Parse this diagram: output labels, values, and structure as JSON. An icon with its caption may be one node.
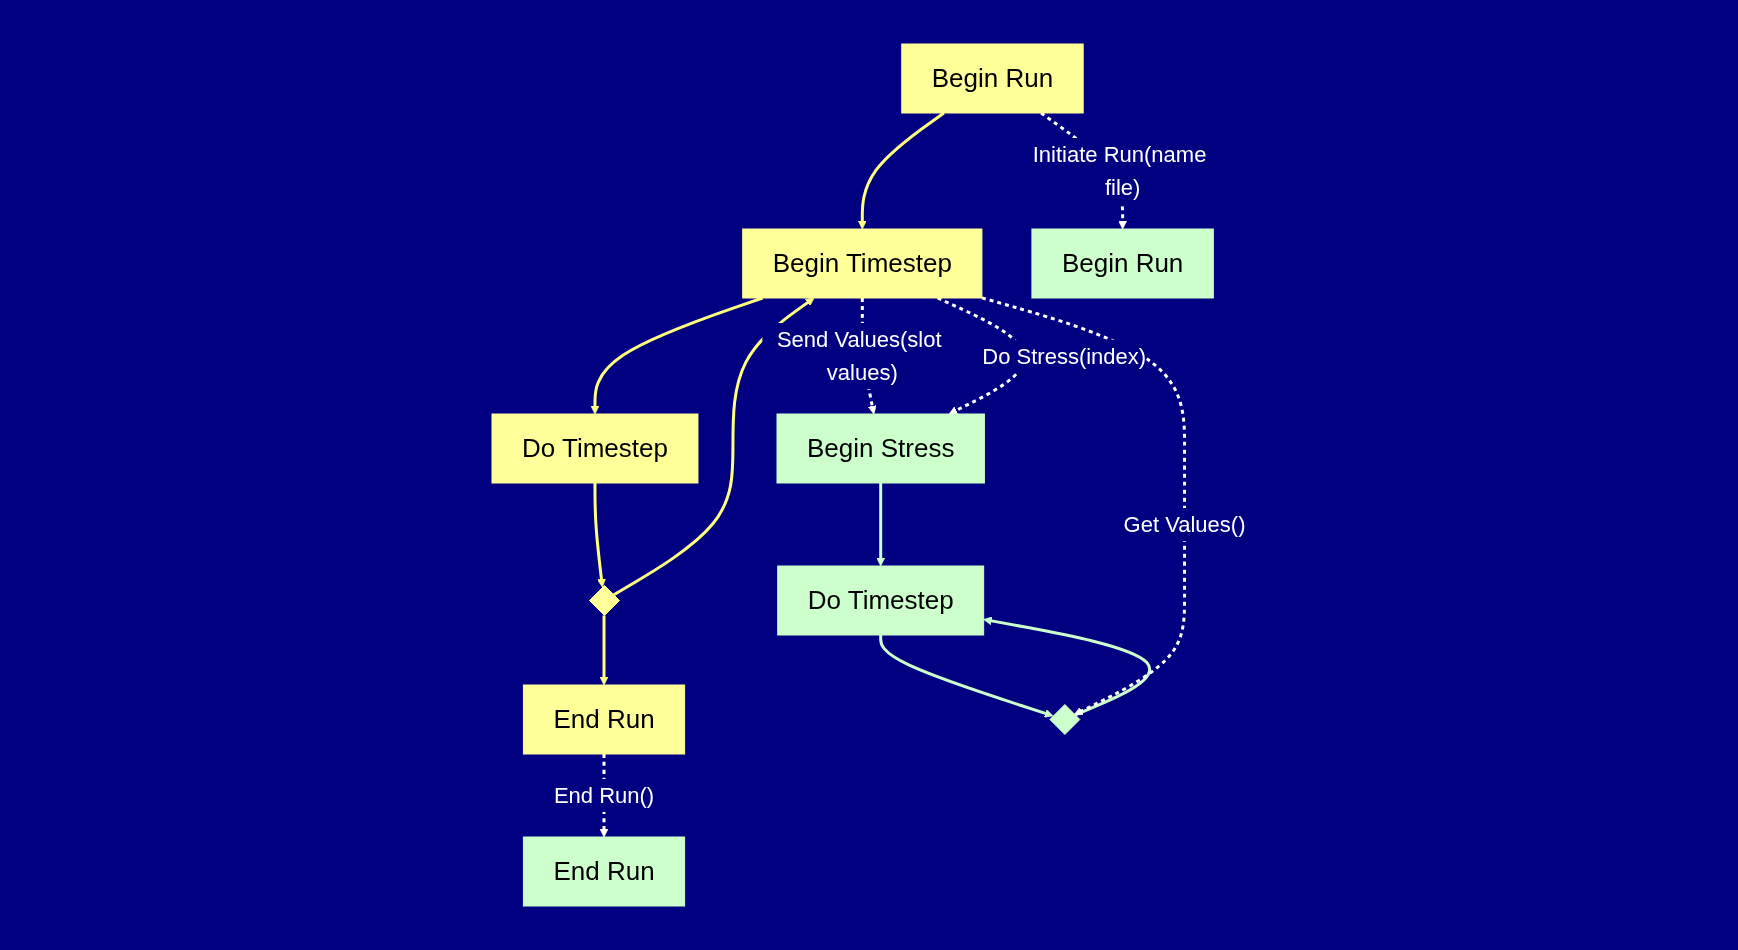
{
  "diagram": {
    "nodes": [
      {
        "text": [
          "Begin Run"
        ]
      },
      {
        "text": [
          "Begin Timestep"
        ]
      },
      {
        "text": [
          "Do Timestep"
        ]
      },
      {
        "text": [],
        "shape": "diamond"
      },
      {
        "text": [
          "End Run"
        ]
      },
      {
        "text": [
          "Begin Run"
        ]
      },
      {
        "text": [
          "Begin Stress"
        ]
      },
      {
        "text": [
          "Do Timestep"
        ]
      },
      {
        "text": [],
        "shape": "diamond"
      },
      {
        "text": [
          "End Run"
        ]
      }
    ],
    "edges": [
      {
        "from": 0,
        "to": 1,
        "arrow": "to",
        "color": "#ffff80"
      },
      {
        "from": 1,
        "to": 2,
        "arrow": "to",
        "color": "#ffff80"
      },
      {
        "from": 2,
        "to": 3,
        "arrow": "to",
        "color": "#ffff80"
      },
      {
        "from": 3,
        "to": 4,
        "arrow": "to",
        "color": "#ffff80"
      },
      {
        "from": 3,
        "to": 1,
        "arrow": "to",
        "color": "#ffff80"
      },
      {
        "from": 0,
        "to": 5,
        "arrow": "to",
        "label": "Initiate Run(name file)",
        "style": "dashed",
        "color": "#ffffff"
      },
      {
        "from": 1,
        "to": 6,
        "arrow": "to",
        "label": "Send Values(slot values)",
        "style": "dashed",
        "color": "#ffffff"
      },
      {
        "from": 1,
        "to": 6,
        "arrow": "to",
        "label": "Do Stress(index)",
        "style": "dashed",
        "color": "#ffffff"
      },
      {
        "from": 6,
        "to": 7,
        "arrow": "to",
        "color": "#ccffcc"
      },
      {
        "from": 7,
        "to": 8,
        "arrow": "to",
        "color": "#ccffcc"
      },
      {
        "from": 8,
        "to": 7,
        "arrow": "to",
        "color": "#ccffcc"
      },
      {
        "from": 1,
        "to": 8,
        "arrow": "to",
        "label": "Get Values()",
        "style": "dashed",
        "color": "#ffffff"
      },
      {
        "from": 4,
        "to": 9,
        "arrow": "to",
        "label": "End Run()",
        "style": "dashed",
        "color": "#ffffff"
      }
    ]
  }
}
